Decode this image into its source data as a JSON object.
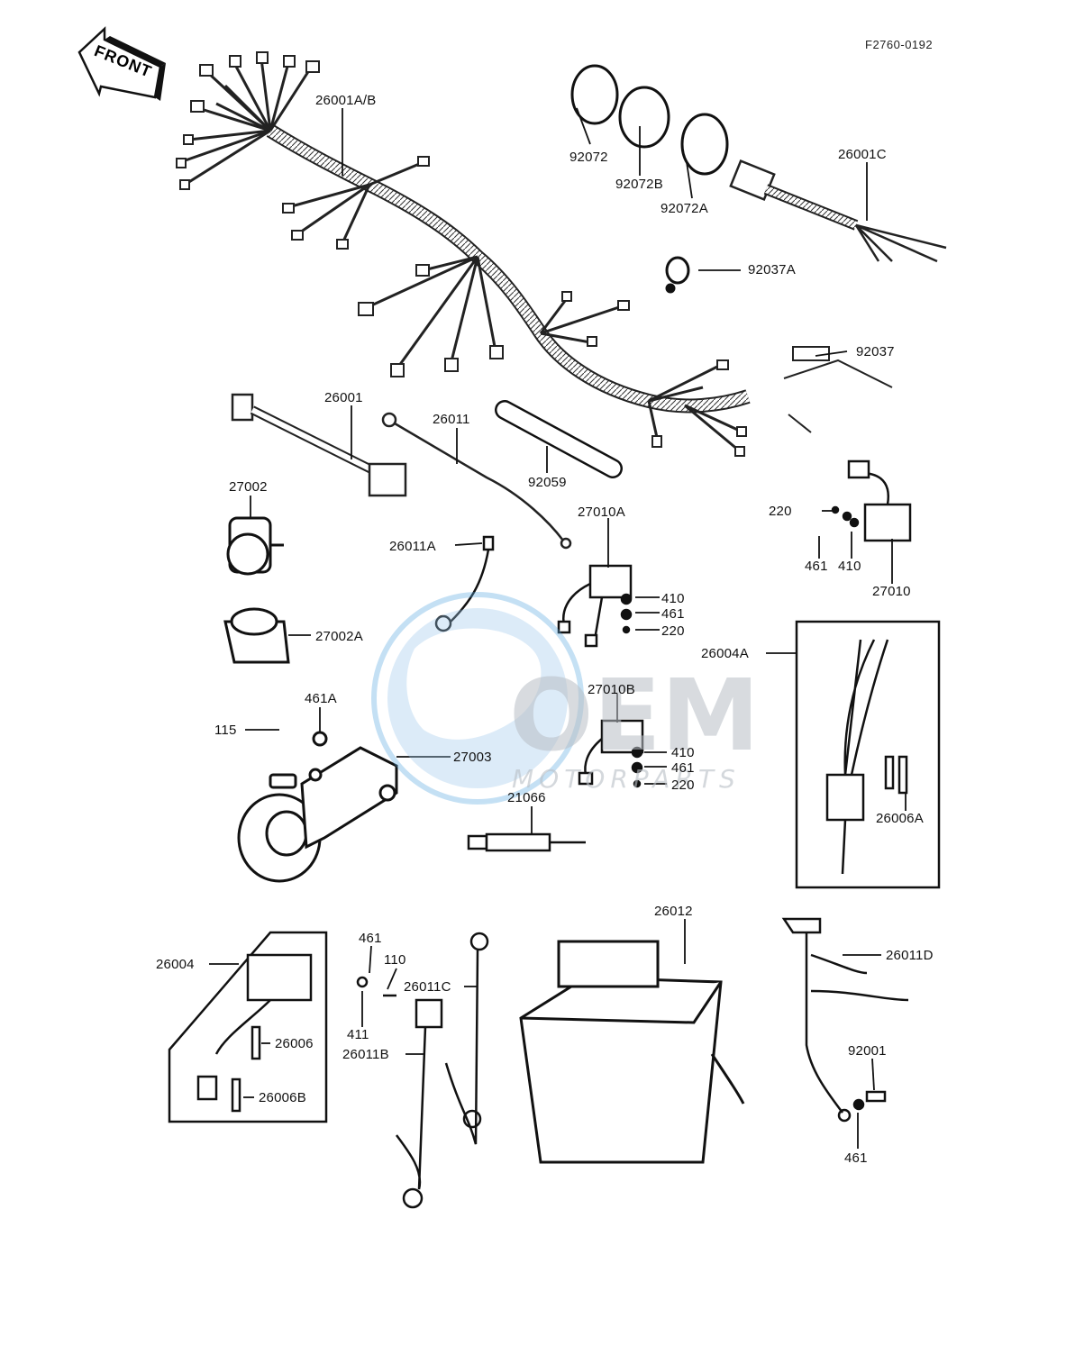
{
  "diagram_code": "F2760-0192",
  "front_arrow_label": "FRONT",
  "watermark": {
    "word": "OEM",
    "sub": "MOTORPARTS"
  },
  "parts": {
    "p26001AB": "26001A/B",
    "p26001C": "26001C",
    "p92072": "92072",
    "p92072B": "92072B",
    "p92072A": "92072A",
    "p92037A": "92037A",
    "p92037": "92037",
    "p26001": "26001",
    "p26011": "26011",
    "p92059": "92059",
    "p27002": "27002",
    "p27010A": "27010A",
    "p220a": "220",
    "p461a": "461",
    "p410a": "410",
    "p27010": "27010",
    "p26011A": "26011A",
    "p410b": "410",
    "p461b": "461",
    "p220b": "220",
    "p27002A": "27002A",
    "p26004A": "26004A",
    "p27010B": "27010B",
    "p461A": "461A",
    "p115": "115",
    "p27003": "27003",
    "p410c": "410",
    "p461c": "461",
    "p220c": "220",
    "p21066": "21066",
    "p26006A": "26006A",
    "p26012": "26012",
    "p26004": "26004",
    "p461d": "461",
    "p110": "110",
    "p26011C": "26011C",
    "p26011D": "26011D",
    "p26006": "26006",
    "p411": "411",
    "p26011B": "26011B",
    "p92001": "92001",
    "p26006B": "26006B",
    "p461e": "461"
  }
}
